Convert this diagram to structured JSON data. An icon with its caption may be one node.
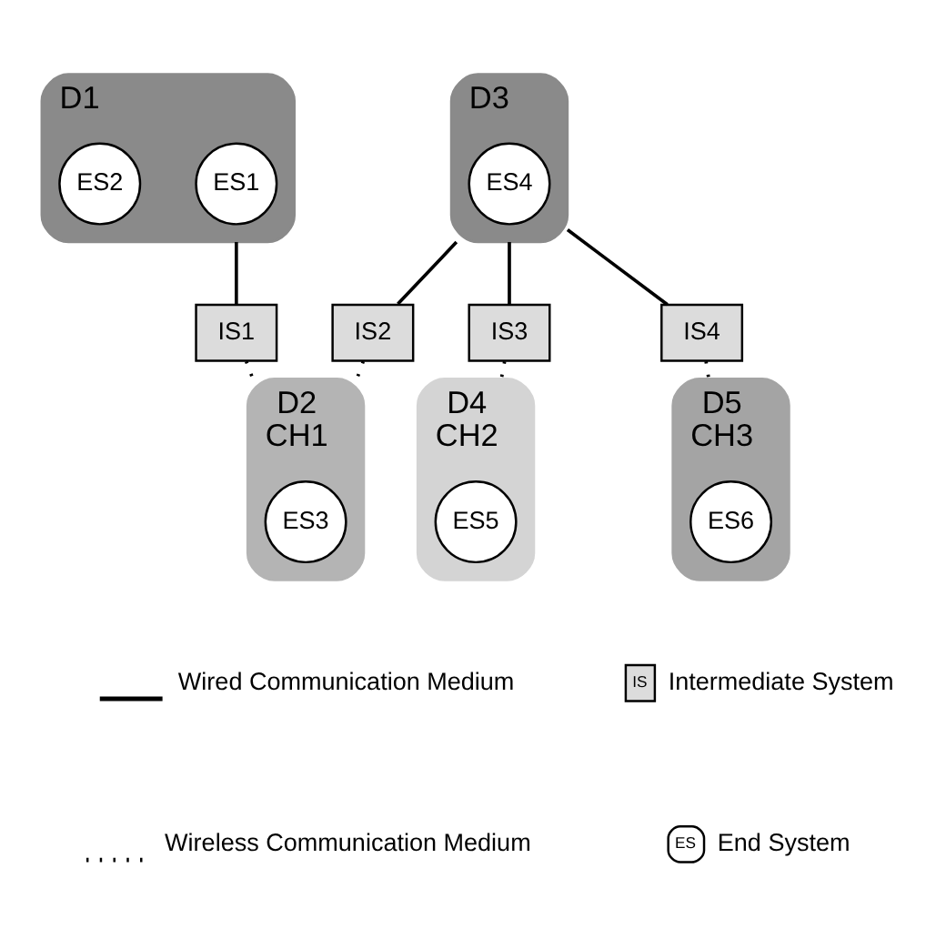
{
  "diagram": {
    "nodes": [
      {
        "text": [
          "D1"
        ]
      },
      {
        "text": [
          "ES1"
        ],
        "in": 0
      },
      {
        "text": [
          "ES2"
        ],
        "in": 0
      },
      {
        "text": [
          "IS1"
        ]
      },
      {
        "text": [
          "IS2"
        ]
      },
      {
        "text": [
          "D3"
        ]
      },
      {
        "text": [
          "ES4"
        ],
        "in": 5
      },
      {
        "text": [
          "IS3"
        ]
      },
      {
        "text": [
          "IS4"
        ]
      },
      {
        "text": [
          "D2",
          "CH1"
        ]
      },
      {
        "text": [
          "ES3"
        ],
        "in": 9
      },
      {
        "text": [
          "D4",
          "CH2"
        ]
      },
      {
        "text": [
          "ES5"
        ],
        "in": 11
      },
      {
        "text": [
          "D5",
          "CH3"
        ]
      },
      {
        "text": [
          "ES6"
        ],
        "in": 13
      }
    ],
    "edges": [
      {
        "from": 0,
        "to": 3,
        "arrow": "none"
      },
      {
        "from": 3,
        "to": 9,
        "arrow": "none",
        "style": "dashed"
      },
      {
        "from": 4,
        "to": 9,
        "arrow": "none",
        "style": "dashed"
      },
      {
        "from": 5,
        "to": 4,
        "arrow": "none"
      },
      {
        "from": 5,
        "to": 7,
        "arrow": "none"
      },
      {
        "from": 5,
        "to": 8,
        "arrow": "none"
      },
      {
        "from": 7,
        "to": 11,
        "arrow": "none",
        "style": "dashed"
      },
      {
        "from": 8,
        "to": 13,
        "arrow": "none",
        "style": "dashed"
      }
    ],
    "labels": [
      "IS",
      "ES"
    ],
    "legend": [
      {
        "text": "Wired Communication Medium"
      },
      {
        "text": "Wireless Communication Medium"
      },
      {
        "text": "Intermediate System"
      },
      {
        "text": "End System"
      }
    ]
  }
}
